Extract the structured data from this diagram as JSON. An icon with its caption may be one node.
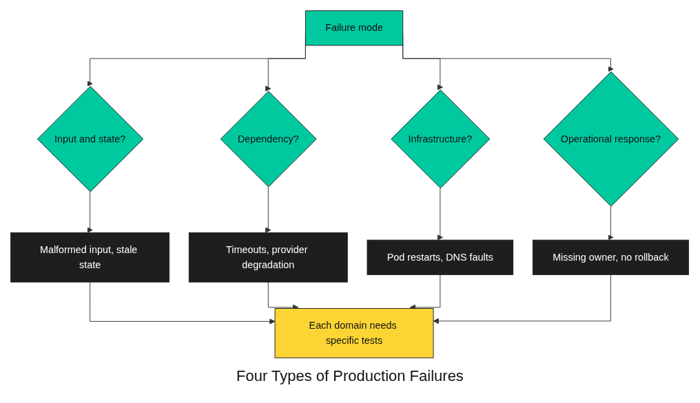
{
  "diagram": {
    "title": "Four Types of Production Failures",
    "nodes": [
      {
        "text": [
          "Failure mode"
        ]
      },
      {
        "text": [
          "Input and state?"
        ]
      },
      {
        "text": [
          "Dependency?"
        ]
      },
      {
        "text": [
          "Infrastructure?"
        ]
      },
      {
        "text": [
          "Operational response?"
        ]
      },
      {
        "text": [
          "Malformed input, stale state"
        ]
      },
      {
        "text": [
          "Timeouts, provider degradation"
        ]
      },
      {
        "text": [
          "Pod restarts, DNS faults"
        ]
      },
      {
        "text": [
          "Missing owner, no rollback"
        ]
      },
      {
        "text": [
          "Each domain needs specific tests"
        ]
      }
    ],
    "edges": [
      {
        "from": 0,
        "to": 1,
        "arrow": "to"
      },
      {
        "from": 0,
        "to": 2,
        "arrow": "to"
      },
      {
        "from": 0,
        "to": 3,
        "arrow": "to"
      },
      {
        "from": 0,
        "to": 4,
        "arrow": "to"
      },
      {
        "from": 1,
        "to": 5,
        "arrow": "to"
      },
      {
        "from": 2,
        "to": 6,
        "arrow": "to"
      },
      {
        "from": 3,
        "to": 7,
        "arrow": "to"
      },
      {
        "from": 4,
        "to": 8,
        "arrow": "to"
      },
      {
        "from": 5,
        "to": 9,
        "arrow": "to"
      },
      {
        "from": 6,
        "to": 9,
        "arrow": "to"
      },
      {
        "from": 7,
        "to": 9,
        "arrow": "to"
      },
      {
        "from": 8,
        "to": 9,
        "arrow": "to"
      }
    ]
  }
}
